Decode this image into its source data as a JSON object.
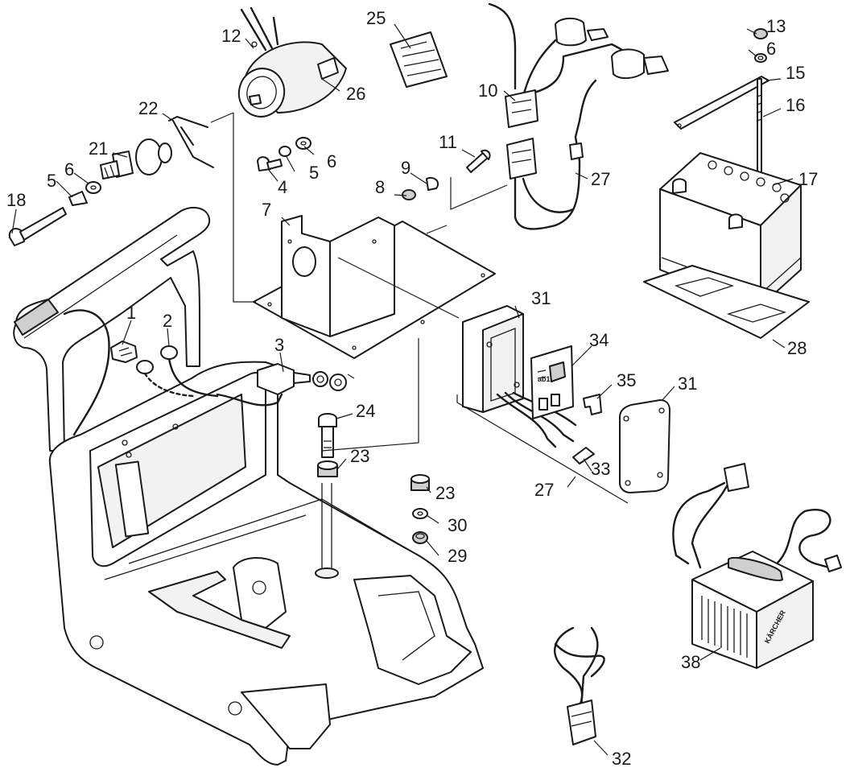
{
  "diagram": {
    "type": "exploded-parts-view",
    "callouts": [
      {
        "id": "c-12",
        "label": "12"
      },
      {
        "id": "c-25",
        "label": "25"
      },
      {
        "id": "c-13",
        "label": "13"
      },
      {
        "id": "c-6a",
        "label": "6"
      },
      {
        "id": "c-15",
        "label": "15"
      },
      {
        "id": "c-10",
        "label": "10"
      },
      {
        "id": "c-26",
        "label": "26"
      },
      {
        "id": "c-16",
        "label": "16"
      },
      {
        "id": "c-22",
        "label": "22"
      },
      {
        "id": "c-21",
        "label": "21"
      },
      {
        "id": "c-11",
        "label": "11"
      },
      {
        "id": "c-6b",
        "label": "6"
      },
      {
        "id": "c-5a",
        "label": "5"
      },
      {
        "id": "c-9",
        "label": "9"
      },
      {
        "id": "c-6c",
        "label": "6"
      },
      {
        "id": "c-5b",
        "label": "5"
      },
      {
        "id": "c-27a",
        "label": "27"
      },
      {
        "id": "c-17",
        "label": "17"
      },
      {
        "id": "c-8",
        "label": "8"
      },
      {
        "id": "c-4",
        "label": "4"
      },
      {
        "id": "c-18",
        "label": "18"
      },
      {
        "id": "c-7",
        "label": "7"
      },
      {
        "id": "c-31a",
        "label": "31"
      },
      {
        "id": "c-1",
        "label": "1"
      },
      {
        "id": "c-2",
        "label": "2"
      },
      {
        "id": "c-3",
        "label": "3"
      },
      {
        "id": "c-34",
        "label": "34"
      },
      {
        "id": "c-28",
        "label": "28"
      },
      {
        "id": "c-35",
        "label": "35"
      },
      {
        "id": "c-31b",
        "label": "31"
      },
      {
        "id": "c-24",
        "label": "24"
      },
      {
        "id": "c-23a",
        "label": "23"
      },
      {
        "id": "c-33",
        "label": "33"
      },
      {
        "id": "c-27b",
        "label": "27"
      },
      {
        "id": "c-23b",
        "label": "23"
      },
      {
        "id": "c-30",
        "label": "30"
      },
      {
        "id": "c-29",
        "label": "29"
      },
      {
        "id": "c-38",
        "label": "38"
      },
      {
        "id": "c-32",
        "label": "32"
      }
    ],
    "charger_brand": "KÄRCHER"
  }
}
